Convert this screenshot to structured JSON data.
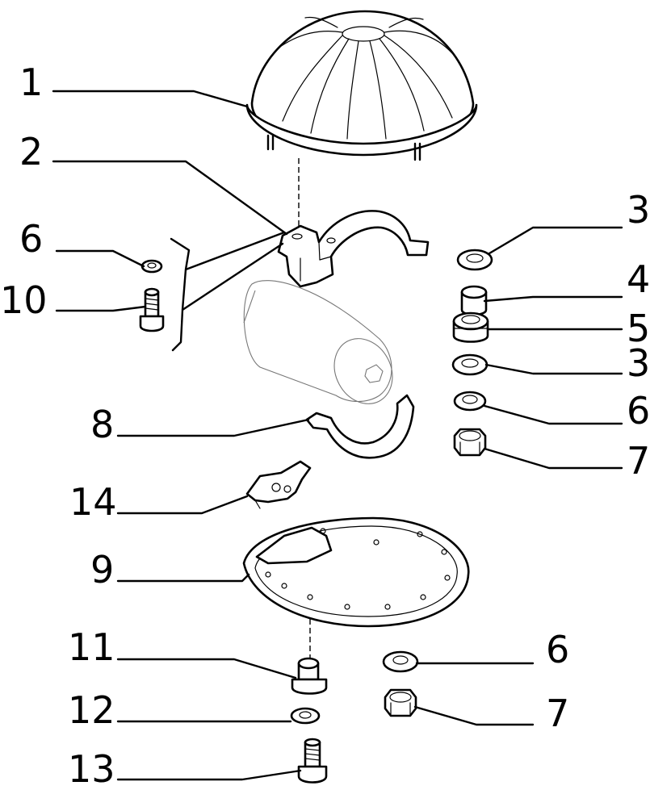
{
  "callouts": {
    "c1": "1",
    "c2": "2",
    "c3a": "3",
    "c4": "4",
    "c5": "5",
    "c3b": "3",
    "c6a": "6",
    "c6b": "6",
    "c6c": "6",
    "c7a": "7",
    "c7b": "7",
    "c8": "8",
    "c9": "9",
    "c10": "10",
    "c11": "11",
    "c12": "12",
    "c13": "13",
    "c14": "14"
  }
}
